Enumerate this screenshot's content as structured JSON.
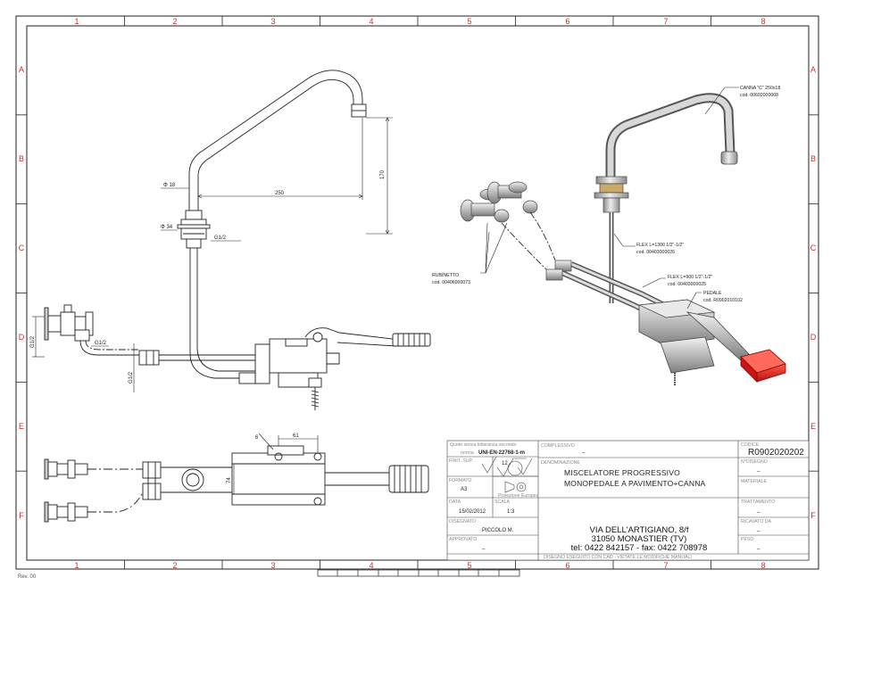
{
  "border": {
    "columns": [
      "1",
      "2",
      "3",
      "4",
      "5",
      "6",
      "7",
      "8"
    ],
    "rows": [
      "A",
      "B",
      "C",
      "D",
      "E",
      "F"
    ]
  },
  "front_view": {
    "dims": {
      "phi18": "Φ 18",
      "width250": "250",
      "height170": "170",
      "phi34": "Φ 34",
      "g12_top": "G1/2",
      "g12_left": "G1/2",
      "g12_mid": "G1/2",
      "g12_valve": "G1/2"
    }
  },
  "plan_view": {
    "dims": {
      "d61": "61",
      "d74": "74",
      "d6": "6"
    }
  },
  "callouts": {
    "canna_name": "CANNA \"C\" 250x18",
    "canna_code": "cod. 00602000008",
    "flex1300_name": "FLEX L=1300 1/2\"-1/2\"",
    "flex1300_code": "cod. 00403000026",
    "flex900_name": "FLEX L=900 1/2\"-1/2\"",
    "flex900_code": "cod. 00403000025",
    "pedale_name": "PEDALE",
    "pedale_code": "cod. R0902010102",
    "rubinetto_name": "RUBINETTO",
    "rubinetto_code": "cod. 00406000073"
  },
  "title_block": {
    "tolerance_line1": "Quote senza tolleranza secondo",
    "tolerance_norm_label": "norma",
    "tolerance_norm": "UNI-EN-22768-1-m",
    "finit_sup_label": "FINIT. SUP.",
    "roughness": "12",
    "formato_label": "FORMATO",
    "formato": "A3",
    "projection_label": "Proiezione Europea",
    "data_label": "DATA",
    "data": "15/02/2012",
    "scala_label": "SCALA",
    "scala": "1:3",
    "disegnato_label": "DISEGNATO",
    "disegnato": "PICCOLO M.",
    "approvato_label": "APPROVATO",
    "approvato": "–",
    "complessivo_label": "COMPLESSIVO",
    "complessivo": "–",
    "denominazione_label": "DENOMINAZIONE",
    "title_line1": "MISCELATORE PROGRESSIVO",
    "title_line2": "MONOPEDALE A PAVIMENTO+CANNA",
    "address_line1": "VIA DELL'ARTIGIANO, 8/f",
    "address_line2": "31050 MONASTIER (TV)",
    "address_line3": "tel: 0422 842157 - fax: 0422 708978",
    "codice_label": "CODICE",
    "codice": "R0902020202",
    "ndisegno_label": "N°DISEGNO",
    "ndisegno": "–",
    "materiale_label": "MATERIALE",
    "trattamento_label": "TRATTAMENTO",
    "trattamento": "–",
    "ricavato_label": "RICAVATO DA",
    "ricavato": "–",
    "peso_label": "PESO",
    "peso": "–",
    "footer": "DISEGNO ESEGUITO CON CAD - VIETATE LE MODIFICHE MANUALI"
  },
  "revision": "Rev. 00",
  "colors": {
    "frame": "#222222",
    "zone_text": "#c8312a",
    "pedal": "#e02a2a"
  }
}
